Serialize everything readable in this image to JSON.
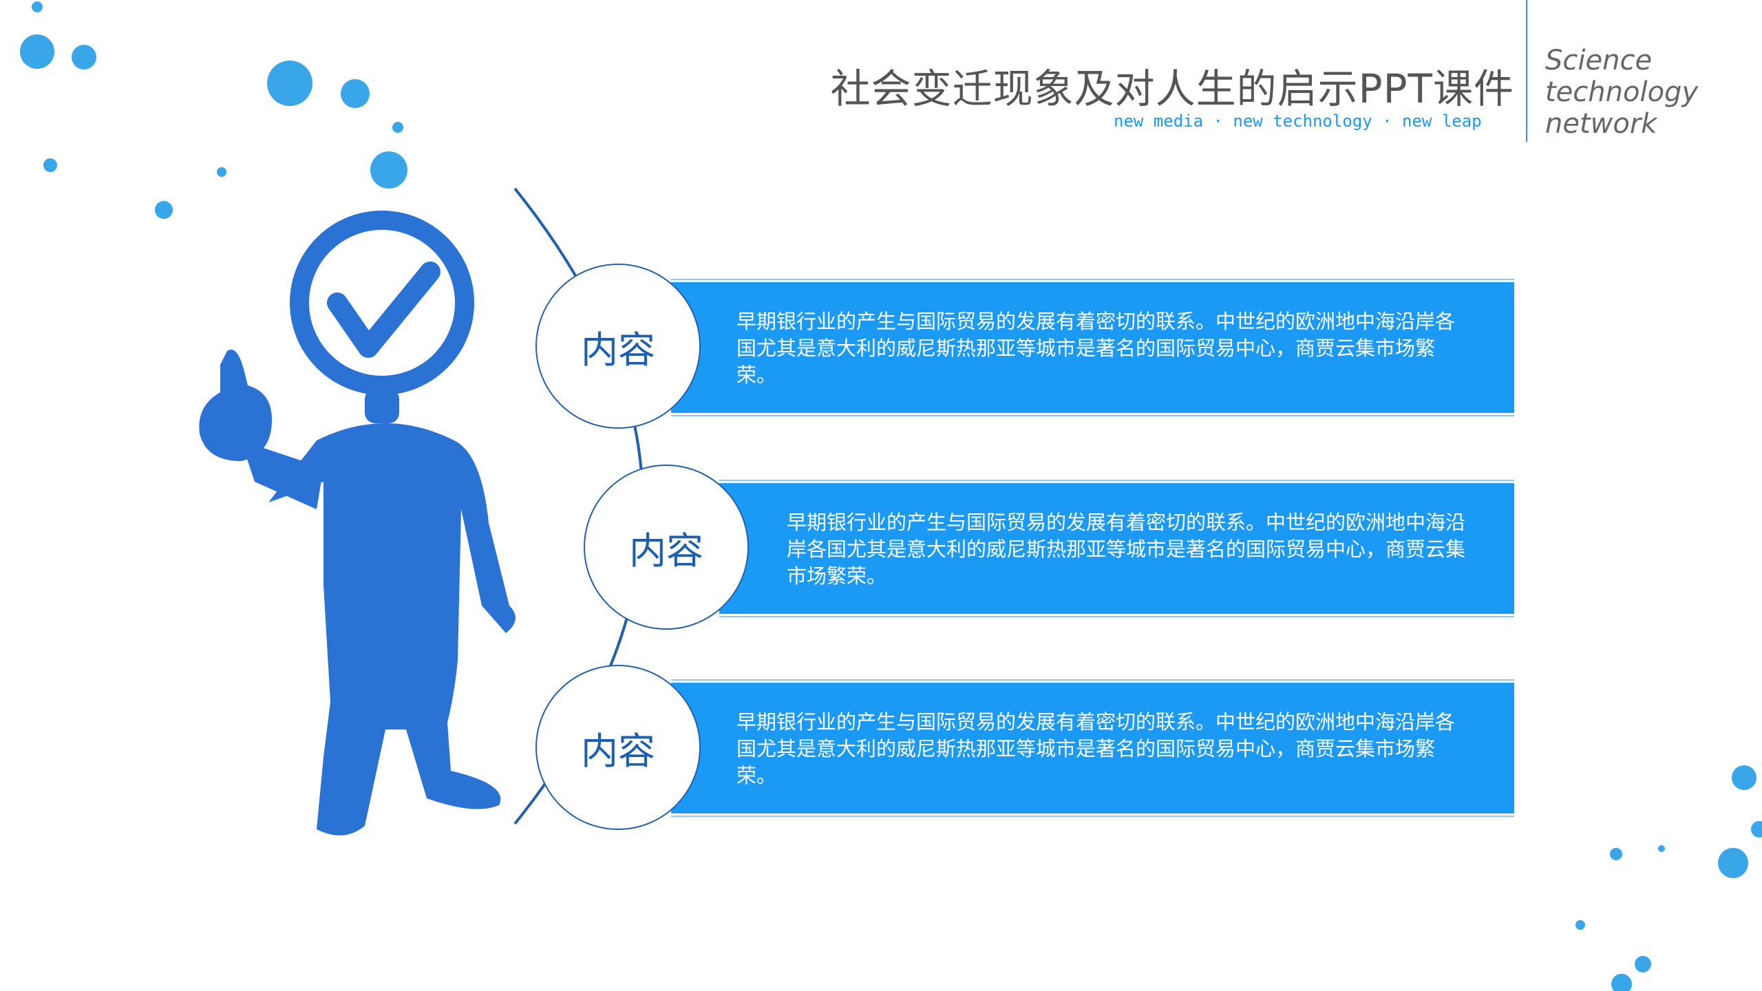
{
  "header": {
    "title": "社会变迁现象及对人生的启示PPT课件",
    "tagline": "new media · new technology · new leap",
    "brand_lines": [
      "Science",
      "technology",
      "network"
    ]
  },
  "items": [
    {
      "label": "内容",
      "text": "早期银行业的产生与国际贸易的发展有着密切的联系。中世纪的欧洲地中海沿岸各国尤其是意大利的威尼斯热那亚等城市是著名的国际贸易中心，商贾云集市场繁荣。"
    },
    {
      "label": "内容",
      "text": "早期银行业的产生与国际贸易的发展有着密切的联系。中世纪的欧洲地中海沿岸各国尤其是意大利的威尼斯热那亚等城市是著名的国际贸易中心，商贾云集市场繁荣。"
    },
    {
      "label": "内容",
      "text": "早期银行业的产生与国际贸易的发展有着密切的联系。中世纪的欧洲地中海沿岸各国尤其是意大利的威尼斯热那亚等城市是著名的国际贸易中心，商贾云集市场繁荣。"
    }
  ],
  "colors": {
    "accent": "#1a9af5",
    "circle_text": "#1a5fb4",
    "figure": "#2a72d4",
    "dots": "#3aa6ea"
  },
  "illustration": {
    "figure": "thumbs-up-person-with-checkmark-head"
  }
}
